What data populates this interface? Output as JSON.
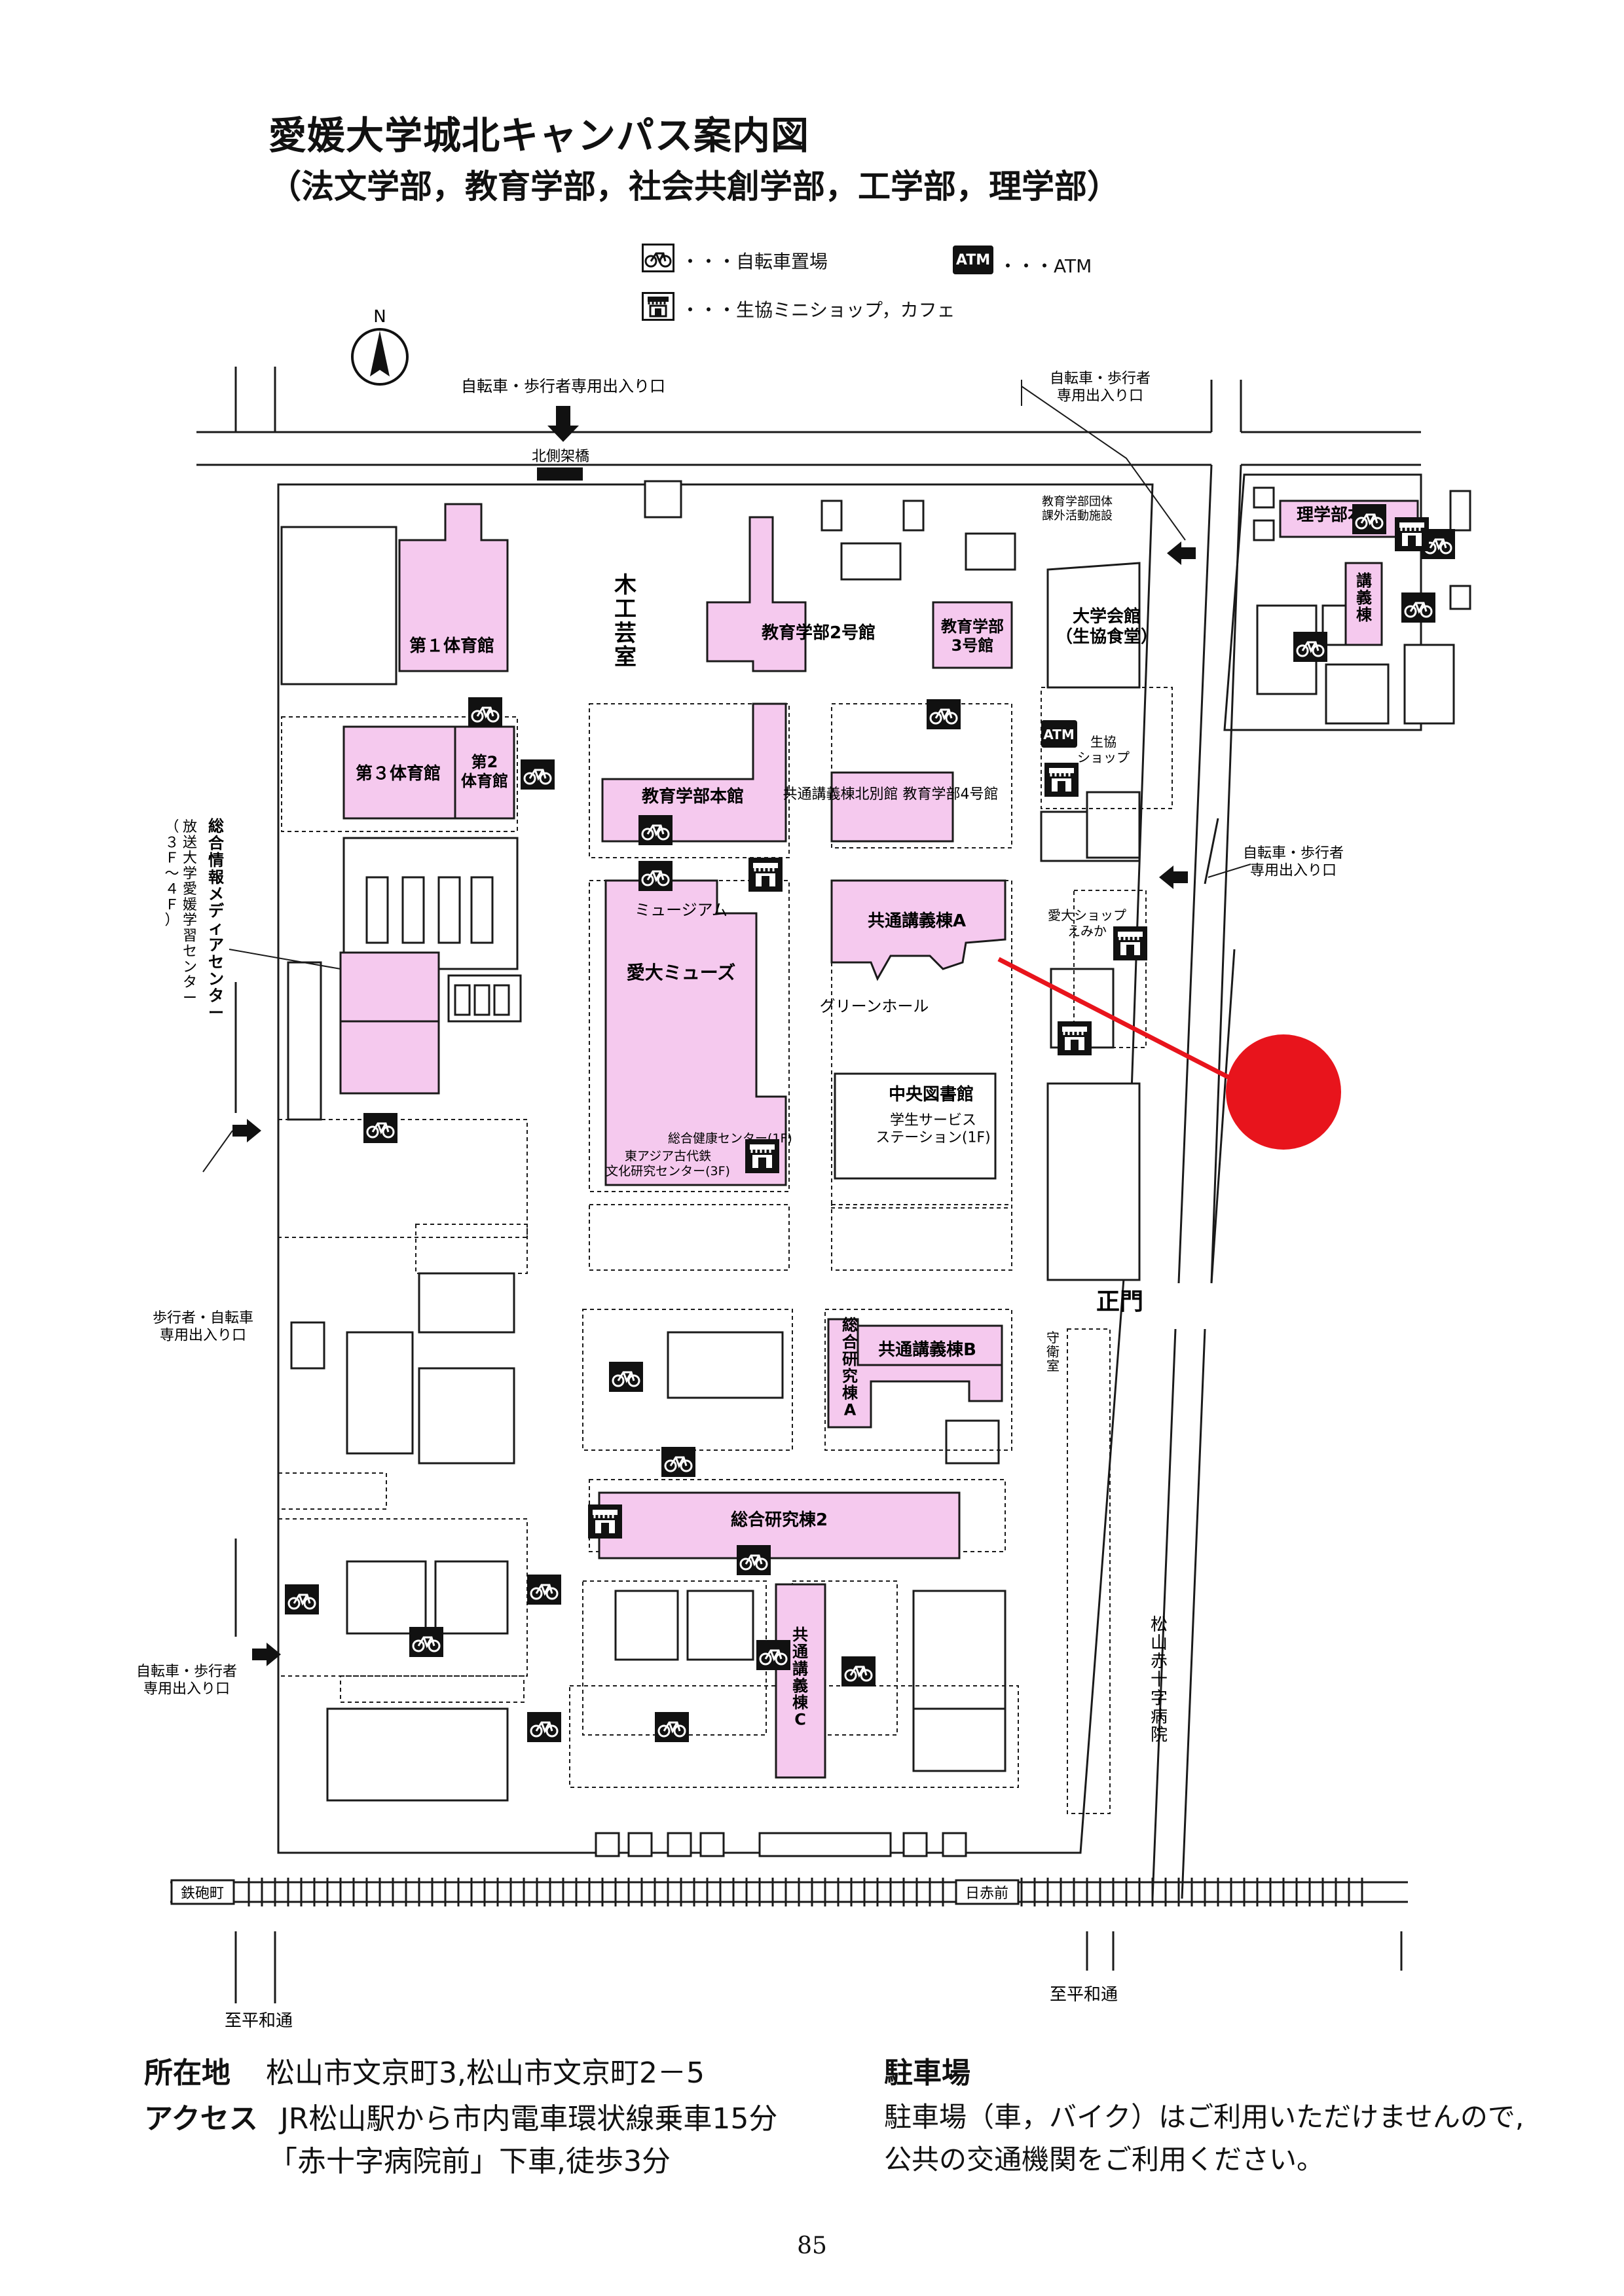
{
  "header": {
    "title": "愛媛大学城北キャンパス案内図",
    "subtitle": "（法文学部，教育学部，社会共創学部，工学部，理学部）"
  },
  "legend": {
    "bicycle_label": "・・・自転車置場",
    "atm_label": "・・・ATM",
    "atm_icon_text": "ATM",
    "shop_label": "・・・生協ミニショップ，カフェ",
    "bicycle_icon": "bicycle-icon",
    "shop_icon": "shop-icon"
  },
  "colors": {
    "building_fill": "#f5c9ee",
    "line": "#1a1a1a",
    "marker": "#e8141c",
    "pointer": "#e8141c"
  },
  "map": {
    "north_label": "N",
    "buildings": {
      "gym1": "第１体育館",
      "gym3": "第３体育館",
      "gym2": "第2\n体育館",
      "mokko": "木工芸室",
      "edu2": "教育学部2号館",
      "edu3": "教育学部\n3号館",
      "kyodan": "教育学部団体\n課外活動施設",
      "daigaku_kaikan": "大学会館\n（生協食堂）",
      "seikyo_shop": "生協\nショップ",
      "edu_main": "教育学部本館",
      "kyotsu_kita": "共通講義棟北別館\n教育学部4号館",
      "museum": "ミュージアム",
      "aidai_muse": "愛大ミューズ",
      "kyotsu_a": "共通講義棟A",
      "green_hall": "グリーンホール",
      "aidai_shop": "愛大ショップ\nえみか",
      "library": "中央図書館",
      "student_service": "学生サービス\nステーション(1F)",
      "health_center": "総合健康センター(1F)",
      "east_asia": "東アジア古代鉄\n文化研究センター(3F)",
      "media_center": "総合情報メディアセンター",
      "media_center_sub": "放送大学愛媛学習センター\n（３Ｆ～４Ｆ）",
      "science_main": "理学部本館",
      "science_lecture": "講義棟",
      "research_a": "総合研究棟A",
      "kyotsu_b": "共通講義棟B",
      "guard": "守衛室",
      "research2": "総合研究棟2",
      "kyotsu_c": "共通講義棟C"
    },
    "labels": {
      "north_gate": "自転車・歩行者専用出入り口",
      "north_bridge": "北側架橋",
      "ne_gate": "自転車・歩行者\n専用出入り口",
      "east_gate": "自転車・歩行者\n専用出入り口",
      "west_gate1": "歩行者・自転車\n専用出入り口",
      "west_gate2": "自転車・歩行者\n専用出入り口",
      "main_gate": "正門",
      "hospital": "松山赤十字病院",
      "station_w": "鉄砲町",
      "station_e": "日赤前",
      "to_hirawa_w": "至平和通",
      "to_hirawa_e": "至平和通"
    }
  },
  "info": {
    "address_label": "所在地",
    "address_value": "松山市文京町3,松山市文京町2－5",
    "access_label": "アクセス",
    "access_value1": "JR松山駅から市内電車環状線乗車15分",
    "access_value2": "「赤十字病院前」下車,徒歩3分",
    "parking_label": "駐車場",
    "parking_value1": "駐車場（車，バイク）はご利用いただけませんので,",
    "parking_value2": "公共の交通機関をご利用ください。"
  },
  "page_number": "85"
}
